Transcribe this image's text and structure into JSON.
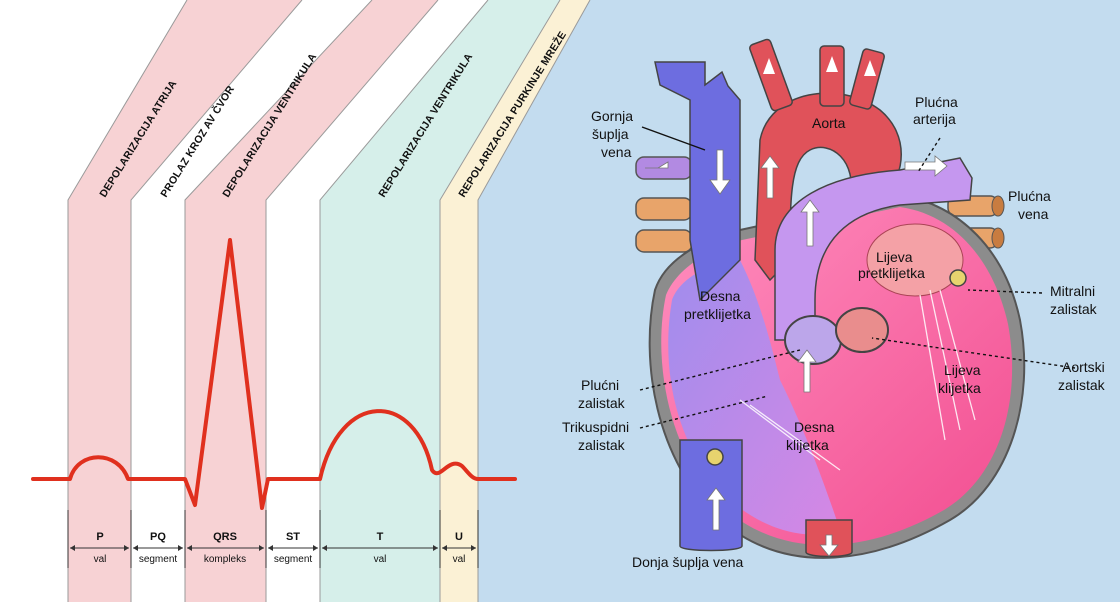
{
  "ecg": {
    "bands": [
      {
        "key": "p",
        "title": "DEPOLARIZACIJA ATRIJA",
        "label": "P",
        "sub": "val",
        "color": "#f7d2d4"
      },
      {
        "key": "pq",
        "title": "PROLAZ KROZ AV ČVOR",
        "label": "PQ",
        "sub": "segment",
        "color": "#ffffff"
      },
      {
        "key": "qrs",
        "title": "DEPOLARIZACIJA VENTRIKULA",
        "label": "QRS",
        "sub": "kompleks",
        "color": "#f7d2d4"
      },
      {
        "key": "st",
        "title": "",
        "label": "ST",
        "sub": "segment",
        "color": "#ffffff"
      },
      {
        "key": "t",
        "title": "REPOLARIZACIJA VENTRIKULA",
        "label": "T",
        "sub": "val",
        "color": "#d6efea"
      },
      {
        "key": "u",
        "title": "REPOLARIZACIJA PURKINJE MREŽE",
        "label": "U",
        "sub": "val",
        "color": "#fbf1d5"
      }
    ],
    "trace_color": "#e0301e"
  },
  "heart": {
    "labels": {
      "aorta": "Aorta",
      "plucna_arterija_1": "Plućna",
      "plucna_arterija_2": "arterija",
      "gornja_1": "Gornja",
      "gornja_2": "šuplja",
      "gornja_3": "vena",
      "plucna_vena_1": "Plućna",
      "plucna_vena_2": "vena",
      "lijeva_pretk_1": "Lijeva",
      "lijeva_pretk_2": "pretklijetka",
      "mitralni_1": "Mitralni",
      "mitralni_2": "zalistak",
      "desna_pretk_1": "Desna",
      "desna_pretk_2": "pretklijetka",
      "aortski_1": "Aortski",
      "aortski_2": "zalistak",
      "lijeva_klij_1": "Lijeva",
      "lijeva_klij_2": "klijetka",
      "plucni_z_1": "Plućni",
      "plucni_z_2": "zalistak",
      "triku_1": "Trikuspidni",
      "triku_2": "zalistak",
      "desna_klij_1": "Desna",
      "desna_klij_2": "klijetka",
      "donja": "Donja šuplja vena"
    },
    "colors": {
      "background": "#c3dcef",
      "vena_cava": "#6d6de0",
      "aorta": "#e0525a",
      "pulm_artery": "#b489e6",
      "pulm_vein": "#e8a46a",
      "myocardium": "#ff6aa6"
    }
  }
}
